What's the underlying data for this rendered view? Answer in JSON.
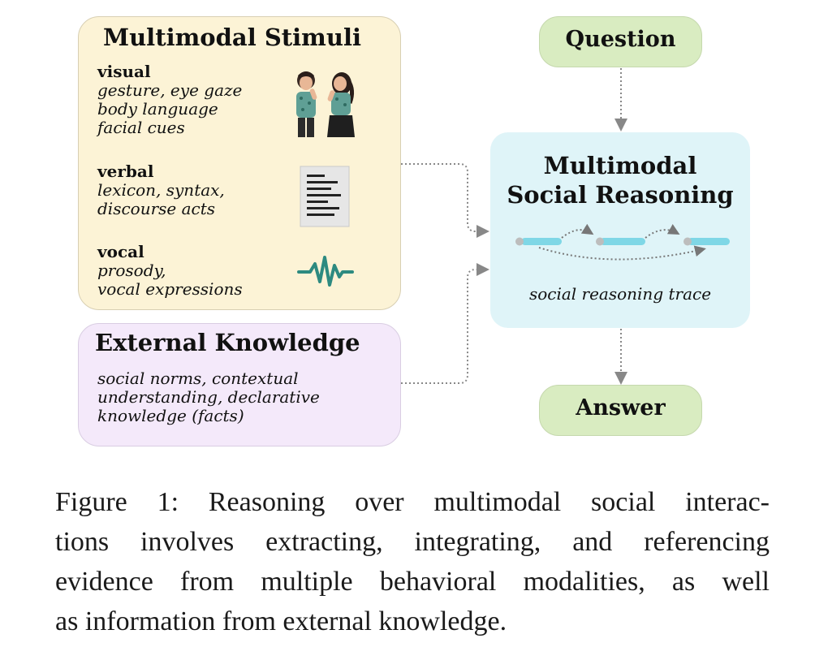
{
  "stimuli": {
    "title": "Multimodal Stimuli",
    "modalities": [
      {
        "label": "visual",
        "description": "gesture, eye gaze\nbody language\nfacial cues",
        "icon": "people-illustration-icon"
      },
      {
        "label": "verbal",
        "description": "lexicon, syntax,\ndiscourse acts",
        "icon": "document-icon"
      },
      {
        "label": "vocal",
        "description": "prosody,\nvocal expressions",
        "icon": "waveform-icon"
      }
    ]
  },
  "external": {
    "title": "External Knowledge",
    "description": "social norms, contextual\nunderstanding, declarative\nknowledge (facts)"
  },
  "question": {
    "label": "Question"
  },
  "reasoning": {
    "title": "Multimodal\nSocial Reasoning",
    "trace_label": "social reasoning trace"
  },
  "answer": {
    "label": "Answer"
  },
  "caption": {
    "lines": [
      "Figure 1: Reasoning over multimodal social interac-",
      "tions involves extracting, integrating, and referencing",
      "evidence from multiple behavioral modalities, as well",
      "as information from external knowledge."
    ]
  },
  "colors": {
    "stimuli_bg": "#fcf3d6",
    "external_bg": "#f4e9fa",
    "question_answer_bg": "#d9ecc1",
    "reasoning_bg": "#dff4f8",
    "trace_accent": "#7fd7e6",
    "arrow": "#888888"
  }
}
